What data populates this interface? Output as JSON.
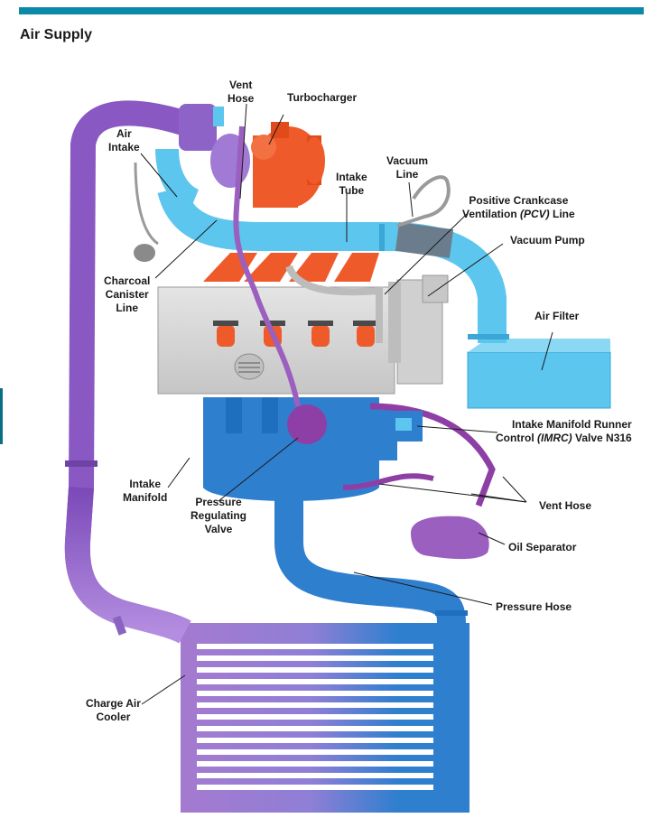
{
  "header": {
    "title": "Air Supply",
    "accent": "#0a8aa6"
  },
  "colors": {
    "charge_purple": "#9a6bc6",
    "pressure_blue": "#2f7fcf",
    "intake_light_blue": "#5cc6ee",
    "turbo_orange": "#ef5a2a",
    "engine_gray": "#d6d6d6",
    "vent_violet": "#8e3fa6"
  },
  "labels": {
    "vent_hose_top": [
      "Vent",
      "Hose"
    ],
    "turbocharger": [
      "Turbocharger"
    ],
    "air_intake": [
      "Air",
      "Intake"
    ],
    "vacuum_line": [
      "Vacuum",
      "Line"
    ],
    "intake_tube": [
      "Intake",
      "Tube"
    ],
    "pcv_line": {
      "line1": "Positive Crankcase",
      "line2_pre": "Ventilation ",
      "line2_em": "(PCV)",
      "line2_post": " Line"
    },
    "vacuum_pump": [
      "Vacuum Pump"
    ],
    "charcoal_canister_line": [
      "Charcoal",
      "Canister",
      "Line"
    ],
    "air_filter": [
      "Air Filter"
    ],
    "imrc_valve": {
      "line1": "Intake Manifold Runner",
      "line2_pre": "Control ",
      "line2_em": "(IMRC)",
      "line2_post": " Valve N316"
    },
    "intake_manifold": [
      "Intake",
      "Manifold"
    ],
    "pressure_regulating_valve": [
      "Pressure",
      "Regulating",
      "Valve"
    ],
    "vent_hose_right": [
      "Vent Hose"
    ],
    "oil_separator": [
      "Oil Separator"
    ],
    "pressure_hose": [
      "Pressure Hose"
    ],
    "charge_air_cooler": [
      "Charge Air",
      "Cooler"
    ]
  }
}
